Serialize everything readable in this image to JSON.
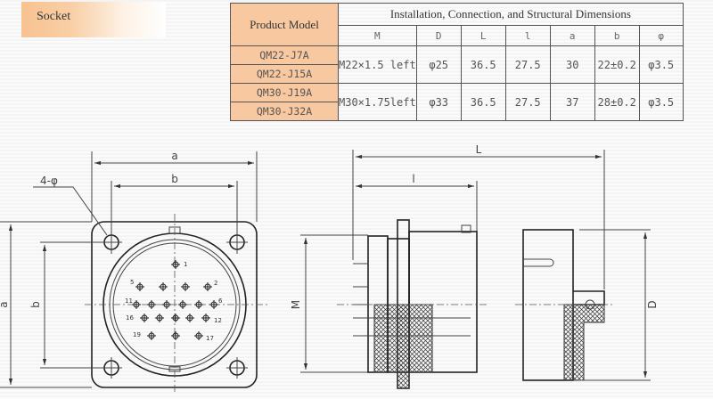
{
  "section_label": "Socket",
  "table": {
    "model_header": "Product Model",
    "dims_header": "Installation, Connection, and Structural Dimensions",
    "columns": [
      "M",
      "D",
      "L",
      "l",
      "a",
      "b",
      "φ"
    ],
    "groups": [
      {
        "models": [
          "QM22-J7A",
          "QM22-J15A"
        ],
        "values": [
          "M22×1.5 left",
          "φ25",
          "36.5",
          "27.5",
          "30",
          "22±0.2",
          "φ3.5"
        ]
      },
      {
        "models": [
          "QM30-J19A",
          "QM30-J32A"
        ],
        "values": [
          "M30×1.75left",
          "φ33",
          "36.5",
          "27.5",
          "37",
          "28±0.2",
          "φ3.5"
        ]
      }
    ]
  },
  "drawing_front": {
    "dim_a": "a",
    "dim_b": "b",
    "hole_label": "4-φ",
    "left_dim_a": "a",
    "left_dim_b": "b",
    "pin_labels": [
      "1",
      "5",
      "2",
      "11",
      "6",
      "16",
      "12",
      "19",
      "17"
    ]
  },
  "drawing_side": {
    "dim_L": "L",
    "dim_l": "l",
    "dim_M": "M",
    "dim_D": "D"
  }
}
